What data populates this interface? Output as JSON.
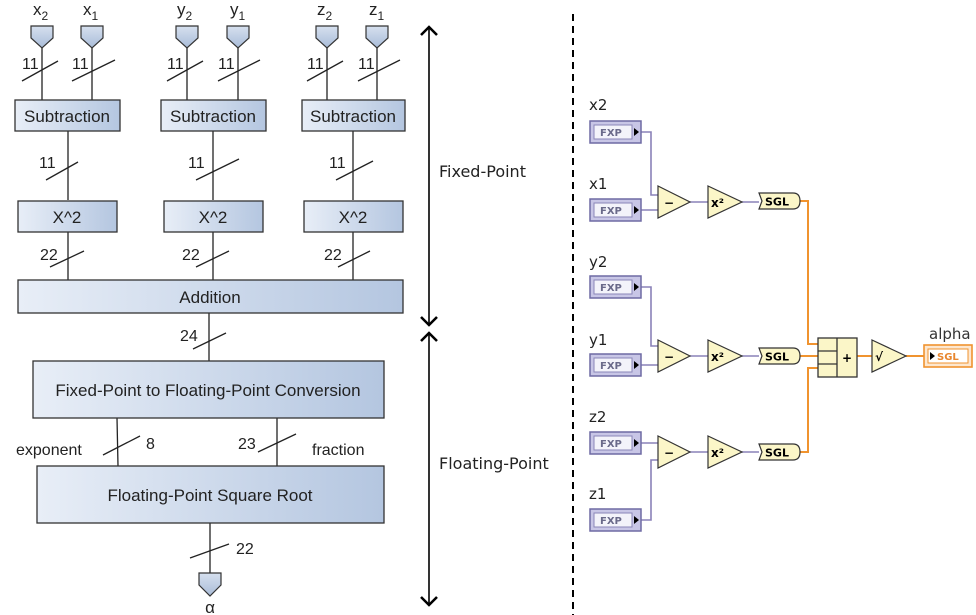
{
  "left_diagram": {
    "inputs": [
      {
        "name": "x",
        "sub": "2",
        "width": "11"
      },
      {
        "name": "x",
        "sub": "1",
        "width": "11"
      },
      {
        "name": "y",
        "sub": "2",
        "width": "11"
      },
      {
        "name": "y",
        "sub": "1",
        "width": "11"
      },
      {
        "name": "z",
        "sub": "2",
        "width": "11"
      },
      {
        "name": "z",
        "sub": "1",
        "width": "11"
      }
    ],
    "subtraction_label": "Subtraction",
    "sub_out_width": "11",
    "square_label": "X^2",
    "square_out_width": "22",
    "addition_label": "Addition",
    "addition_out_width": "24",
    "conversion_label": "Fixed-Point to Floating-Point Conversion",
    "exponent_label": "exponent",
    "exponent_width": "8",
    "fraction_label": "fraction",
    "fraction_width": "23",
    "sqrt_label": "Floating-Point Square Root",
    "output_width": "22",
    "output_name": "α"
  },
  "sections": {
    "fixed_point": "Fixed-Point",
    "floating_point": "Floating-Point"
  },
  "labview": {
    "controls": [
      {
        "label": "x2",
        "type": "FXP"
      },
      {
        "label": "x1",
        "type": "FXP"
      },
      {
        "label": "y2",
        "type": "FXP"
      },
      {
        "label": "y1",
        "type": "FXP"
      },
      {
        "label": "z2",
        "type": "FXP"
      },
      {
        "label": "z1",
        "type": "FXP"
      }
    ],
    "subtract_symbol": "−",
    "square_symbol": "x²",
    "convert_label": "SGL",
    "add_symbol": "+",
    "sqrt_symbol": "√",
    "indicator": {
      "label": "alpha",
      "type": "SGL"
    },
    "colors": {
      "fxp_wire": "#8a82b8",
      "sgl_wire": "#f0932f",
      "node_fill": "#fbf6c8"
    }
  }
}
